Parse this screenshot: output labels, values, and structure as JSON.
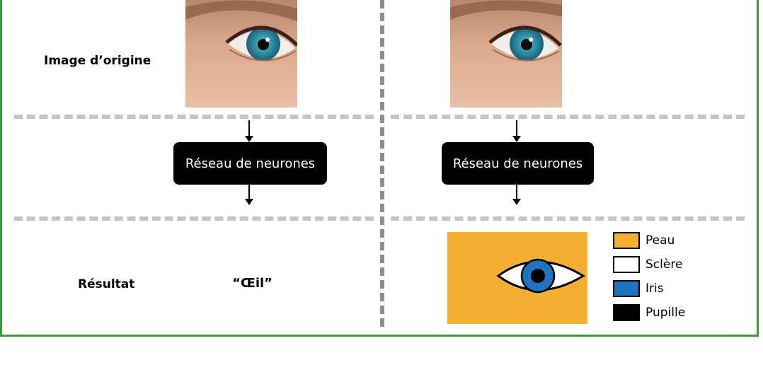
{
  "rows": {
    "original_label": "Image d’origine",
    "result_label": "Résultat"
  },
  "classification": {
    "network_label": "Réseau de neurones",
    "output": "“Œil”"
  },
  "segmentation": {
    "network_label": "Réseau de neurones"
  },
  "legend": [
    {
      "label": "Peau",
      "color": "#f5b033"
    },
    {
      "label": "Sclère",
      "color": "#ffffff"
    },
    {
      "label": "Iris",
      "color": "#1f73bf"
    },
    {
      "label": "Pupille",
      "color": "#000000"
    }
  ],
  "colors": {
    "frame": "#3a9a3a",
    "skin_photo": "#e0ae8e",
    "iris_photo": "#2f8fa6"
  }
}
